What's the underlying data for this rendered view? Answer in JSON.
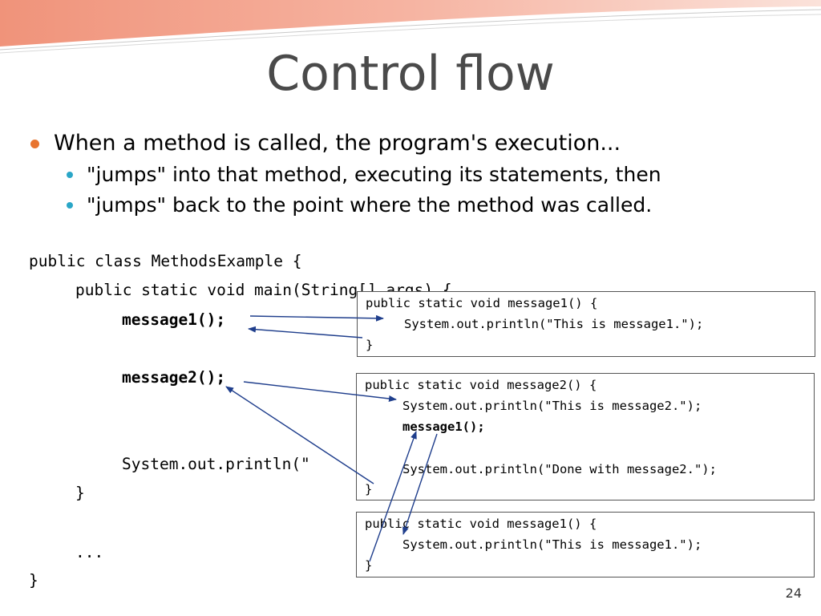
{
  "slide": {
    "title": "Control flow",
    "page_number": "24"
  },
  "bullets": {
    "main": "When a method is called, the program's execution...",
    "sub": [
      "\"jumps\" into that method, executing its statements, then",
      "\"jumps\" back to the point where the method was called."
    ]
  },
  "main_code": {
    "line1": "public class MethodsExample {",
    "line2": "public static void main(String[] args) {",
    "call1": "message1();",
    "call2": "message2();",
    "println": "System.out.println(\"",
    "close_method": "}",
    "ellipsis": "...",
    "close_class": "}"
  },
  "box1": {
    "header": "public static void message1() {",
    "body": "System.out.println(\"This is message1.\");",
    "close": "}"
  },
  "box2": {
    "header": "public static void message2() {",
    "body1": "System.out.println(\"This is message2.\");",
    "call": "message1();",
    "body2": "System.out.println(\"Done with message2.\");",
    "close": "}"
  },
  "box3": {
    "header": "public static void message1() {",
    "body": "System.out.println(\"This is message1.\");",
    "close": "}"
  },
  "colors": {
    "title": "#4a4a4a",
    "bullet_main": "#e8742f",
    "bullet_sub": "#2aa6c7",
    "arrow": "#1f3e8c"
  }
}
